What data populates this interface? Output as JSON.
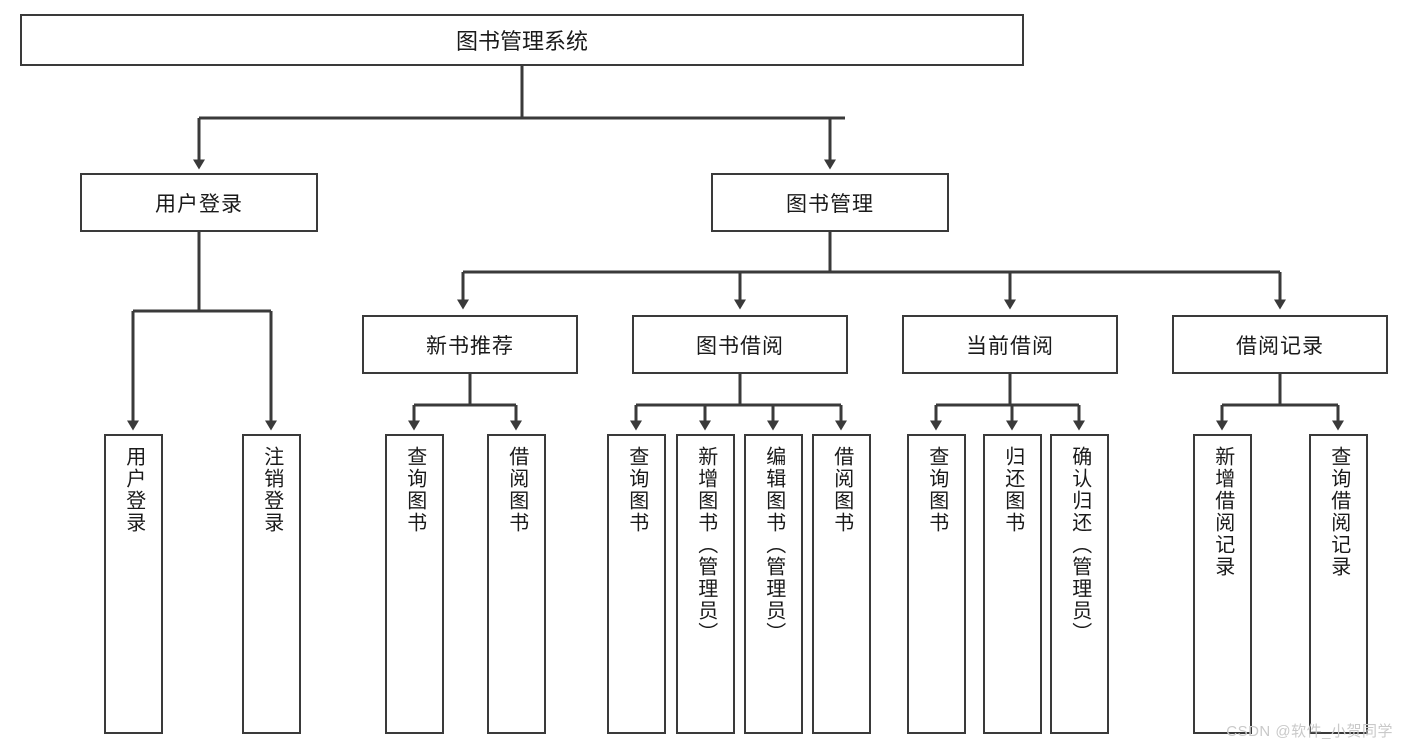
{
  "diagram": {
    "type": "tree-hierarchy-chart",
    "title": "图书管理系统",
    "watermark": "CSDN @软件_小贺同学",
    "colors": {
      "box_border": "#3a3a3a",
      "box_fill": "#ffffff",
      "line": "#3a3a3a",
      "text": "#1a1a1a",
      "watermark": "#c9c9c9"
    },
    "levels": [
      {
        "level": 1,
        "nodes": [
          {
            "id": "root",
            "label": "图书管理系统"
          }
        ]
      },
      {
        "level": 2,
        "nodes": [
          {
            "id": "login",
            "label": "用户登录"
          },
          {
            "id": "bookmgr",
            "label": "图书管理"
          }
        ]
      },
      {
        "level": 3,
        "nodes": [
          {
            "id": "newbook",
            "label": "新书推荐"
          },
          {
            "id": "borrow",
            "label": "图书借阅"
          },
          {
            "id": "current",
            "label": "当前借阅"
          },
          {
            "id": "records",
            "label": "借阅记录"
          }
        ]
      },
      {
        "level": 4,
        "nodes": [
          {
            "id": "leaf1",
            "label": "用户登录"
          },
          {
            "id": "leaf2",
            "label": "注销登录"
          },
          {
            "id": "leaf3",
            "label": "查询图书"
          },
          {
            "id": "leaf4",
            "label": "借阅图书"
          },
          {
            "id": "leaf5",
            "label": "查询图书"
          },
          {
            "id": "leaf6",
            "label": "新增图书（管理员）"
          },
          {
            "id": "leaf7",
            "label": "编辑图书（管理员）"
          },
          {
            "id": "leaf8",
            "label": "借阅图书"
          },
          {
            "id": "leaf9",
            "label": "查询图书"
          },
          {
            "id": "leaf10",
            "label": "归还图书"
          },
          {
            "id": "leaf11",
            "label": "确认归还（管理员）"
          },
          {
            "id": "leaf12",
            "label": "新增借阅记录"
          },
          {
            "id": "leaf13",
            "label": "查询借阅记录"
          }
        ]
      }
    ],
    "edges": [
      {
        "from": "root",
        "to": "login"
      },
      {
        "from": "root",
        "to": "bookmgr"
      },
      {
        "from": "login",
        "to": "leaf1"
      },
      {
        "from": "login",
        "to": "leaf2"
      },
      {
        "from": "bookmgr",
        "to": "newbook"
      },
      {
        "from": "bookmgr",
        "to": "borrow"
      },
      {
        "from": "bookmgr",
        "to": "current"
      },
      {
        "from": "bookmgr",
        "to": "records"
      },
      {
        "from": "newbook",
        "to": "leaf3"
      },
      {
        "from": "newbook",
        "to": "leaf4"
      },
      {
        "from": "borrow",
        "to": "leaf5"
      },
      {
        "from": "borrow",
        "to": "leaf6"
      },
      {
        "from": "borrow",
        "to": "leaf7"
      },
      {
        "from": "borrow",
        "to": "leaf8"
      },
      {
        "from": "current",
        "to": "leaf9"
      },
      {
        "from": "current",
        "to": "leaf10"
      },
      {
        "from": "current",
        "to": "leaf11"
      },
      {
        "from": "records",
        "to": "leaf12"
      },
      {
        "from": "records",
        "to": "leaf13"
      }
    ]
  }
}
